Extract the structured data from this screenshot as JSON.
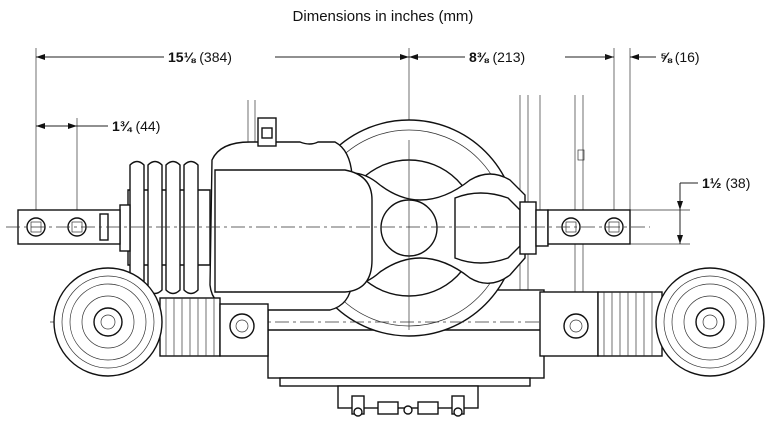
{
  "title": "Dimensions in inches (mm)",
  "dimensions": {
    "overall": {
      "inches": "15⅛",
      "mm": "(384)"
    },
    "center_to_terminal": {
      "inches": "8⅜",
      "mm": "(213)"
    },
    "terminal_offset": {
      "inches": "⅝",
      "mm": "(16)"
    },
    "pad_hole_spacing": {
      "inches": "1¾",
      "mm": "(44)"
    },
    "pad_width": {
      "inches": "1½",
      "mm": "(38)"
    }
  },
  "colors": {
    "line": "#111111",
    "background": "#ffffff"
  }
}
